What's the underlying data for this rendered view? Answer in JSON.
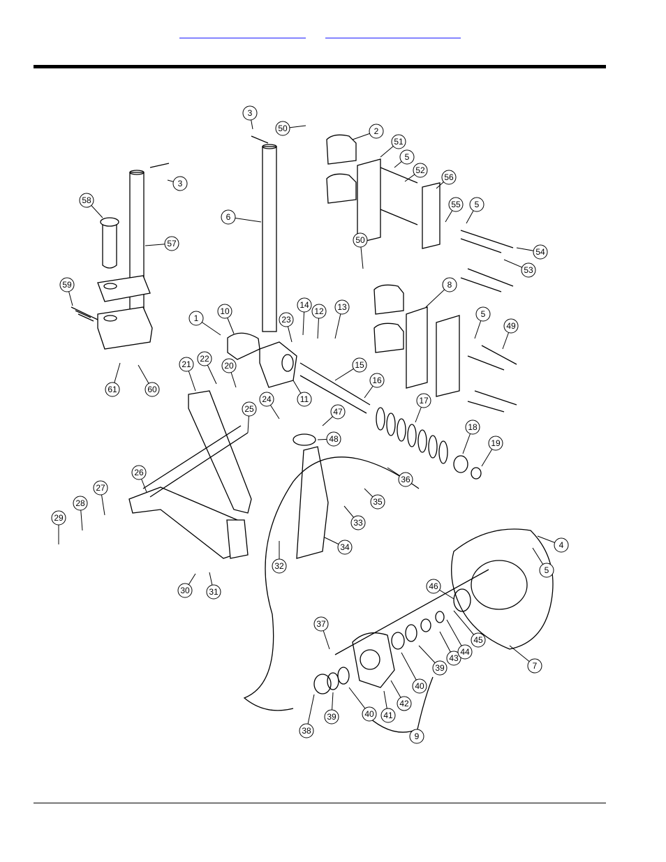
{
  "header": {
    "links": [
      {
        "name": "nav-link-1"
      },
      {
        "name": "nav-link-2"
      }
    ]
  },
  "diagram": {
    "callouts": [
      "1",
      "2",
      "3",
      "4",
      "5",
      "6",
      "7",
      "8",
      "9",
      "10",
      "11",
      "12",
      "13",
      "14",
      "15",
      "16",
      "17",
      "18",
      "19",
      "20",
      "21",
      "22",
      "23",
      "24",
      "25",
      "26",
      "27",
      "28",
      "29",
      "30",
      "31",
      "32",
      "33",
      "34",
      "35",
      "36",
      "37",
      "38",
      "39",
      "40",
      "41",
      "42",
      "43",
      "44",
      "45",
      "46",
      "47",
      "48",
      "49",
      "50",
      "51",
      "52",
      "53",
      "54",
      "55",
      "56",
      "57",
      "58",
      "59",
      "60",
      "61"
    ]
  }
}
